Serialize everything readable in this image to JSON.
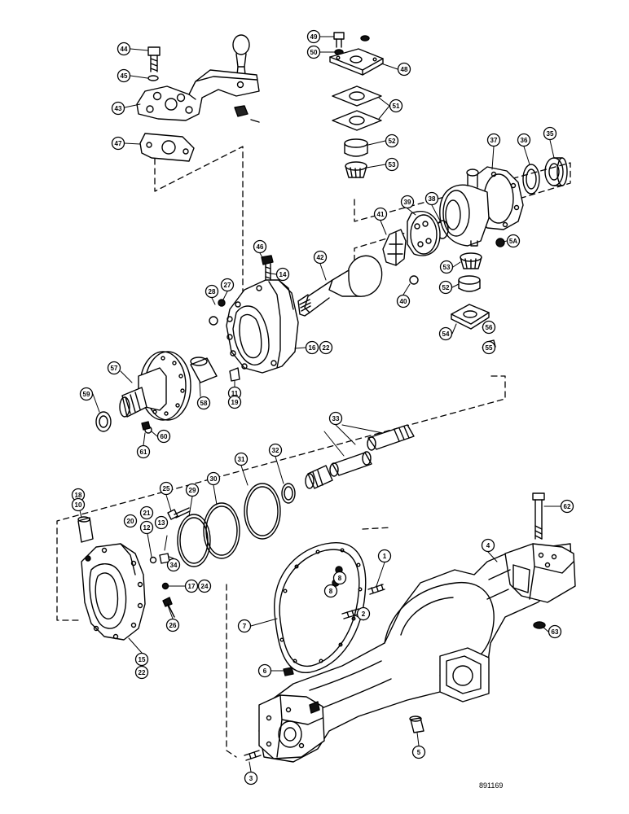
{
  "drawing_code": "891169",
  "callouts": [
    {
      "id": "c44a",
      "label": "44"
    },
    {
      "id": "c45",
      "label": "45"
    },
    {
      "id": "c43",
      "label": "43"
    },
    {
      "id": "c47",
      "label": "47"
    },
    {
      "id": "c49a",
      "label": "49"
    },
    {
      "id": "c50",
      "label": "50"
    },
    {
      "id": "c48",
      "label": "48"
    },
    {
      "id": "c51",
      "label": "51"
    },
    {
      "id": "c52a",
      "label": "52"
    },
    {
      "id": "c53a",
      "label": "53"
    },
    {
      "id": "c37",
      "label": "37"
    },
    {
      "id": "c36",
      "label": "36"
    },
    {
      "id": "c35",
      "label": "35"
    },
    {
      "id": "c41",
      "label": "41"
    },
    {
      "id": "c39",
      "label": "39"
    },
    {
      "id": "c38",
      "label": "38"
    },
    {
      "id": "c5a",
      "label": "5A"
    },
    {
      "id": "c42",
      "label": "42"
    },
    {
      "id": "c46",
      "label": "46"
    },
    {
      "id": "c14",
      "label": "14"
    },
    {
      "id": "c40",
      "label": "40"
    },
    {
      "id": "c53b",
      "label": "53"
    },
    {
      "id": "c52b",
      "label": "52"
    },
    {
      "id": "c28",
      "label": "28"
    },
    {
      "id": "c27",
      "label": "27"
    },
    {
      "id": "c16",
      "label": "16"
    },
    {
      "id": "c22a",
      "label": "22"
    },
    {
      "id": "c54",
      "label": "54"
    },
    {
      "id": "c56",
      "label": "56"
    },
    {
      "id": "c55",
      "label": "55"
    },
    {
      "id": "c57",
      "label": "57"
    },
    {
      "id": "c58",
      "label": "58"
    },
    {
      "id": "c11",
      "label": "11"
    },
    {
      "id": "c19",
      "label": "19"
    },
    {
      "id": "c59",
      "label": "59"
    },
    {
      "id": "c60",
      "label": "60"
    },
    {
      "id": "c61",
      "label": "61"
    },
    {
      "id": "c33",
      "label": "33"
    },
    {
      "id": "c32",
      "label": "32"
    },
    {
      "id": "c31",
      "label": "31"
    },
    {
      "id": "c30",
      "label": "30"
    },
    {
      "id": "c29",
      "label": "29"
    },
    {
      "id": "c25",
      "label": "25"
    },
    {
      "id": "c18",
      "label": "18"
    },
    {
      "id": "c10",
      "label": "10"
    },
    {
      "id": "c21",
      "label": "21"
    },
    {
      "id": "c20",
      "label": "20"
    },
    {
      "id": "c12",
      "label": "12"
    },
    {
      "id": "c13",
      "label": "13"
    },
    {
      "id": "c34",
      "label": "34"
    },
    {
      "id": "c17",
      "label": "17"
    },
    {
      "id": "c24",
      "label": "24"
    },
    {
      "id": "c26",
      "label": "26"
    },
    {
      "id": "c15",
      "label": "15"
    },
    {
      "id": "c22b",
      "label": "22"
    },
    {
      "id": "c62",
      "label": "62"
    },
    {
      "id": "c4",
      "label": "4"
    },
    {
      "id": "c1",
      "label": "1"
    },
    {
      "id": "c8a",
      "label": "8"
    },
    {
      "id": "c8b",
      "label": "8"
    },
    {
      "id": "c7",
      "label": "7"
    },
    {
      "id": "c2",
      "label": "2"
    },
    {
      "id": "c63",
      "label": "63"
    },
    {
      "id": "c6",
      "label": "6"
    },
    {
      "id": "c5",
      "label": "5"
    },
    {
      "id": "c3",
      "label": "3"
    }
  ]
}
